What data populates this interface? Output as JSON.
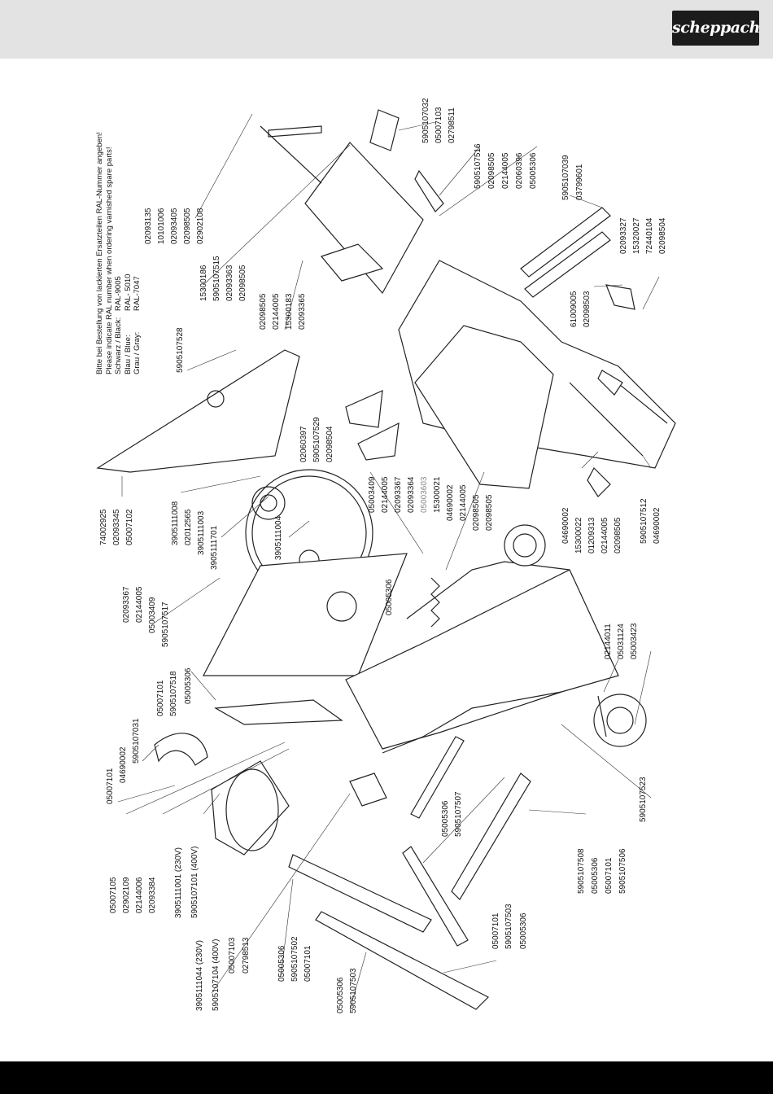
{
  "brand": {
    "logo_text": "scheppach",
    "header_color": "#e3e3e3",
    "footer_color": "#000000"
  },
  "color_note": {
    "line1": "Bitte bei Bestellung von lackierten Ersatzteilen RAL-Nummer angeben!",
    "line2": "Please indicate RAL number when ordering varnished spare parts!",
    "rows": [
      {
        "name": "Schwarz / Black:",
        "code": "RAL-9005"
      },
      {
        "name": "Blau / Blue:",
        "code": "RAL- 5010"
      },
      {
        "name": "Grau / Gray:",
        "code": "RAL-7047"
      }
    ]
  },
  "labels": [
    "5905107032",
    "05007103",
    "02798511",
    "5905107516",
    "02098505",
    "02144005",
    "02060396",
    "05005306",
    "5905107039",
    "03799601",
    "02093327",
    "15320027",
    "72440104",
    "02098504",
    "61009005",
    "02098503",
    "02093135",
    "10101006",
    "02093405",
    "02098505",
    "02902108",
    "15300186",
    "5905107515",
    "02093363",
    "02098505",
    "02098505",
    "02144005",
    "15300183",
    "02093365",
    "5905107528",
    "02060397",
    "5905107529",
    "02098504",
    "74002925",
    "02093345",
    "05007102",
    "3905111008",
    "02012565",
    "3905111003",
    "3905111701",
    "3905111004",
    "05003409",
    "02144005",
    "02093367",
    "02093364",
    "05003603",
    "15300021",
    "04690002",
    "02144005",
    "02098505",
    "02098505",
    "05005306",
    "04690002",
    "15300022",
    "01209313",
    "02144005",
    "02098505",
    "5905107512",
    "04690002",
    "02093367",
    "02144005",
    "05003409",
    "5905107517",
    "02144011",
    "05031124",
    "05003423",
    "05007101",
    "5905107518",
    "05005306",
    "05007101",
    "04690002",
    "5905107031",
    "05007105",
    "02902109",
    "02144006",
    "02093384",
    "3905111001 (230V)",
    "5905107101 (400V)",
    "3905111044 (230V)",
    "5905107104 (400V)",
    "05007103",
    "02798513",
    "05005306",
    "5905107507",
    "5905107508",
    "05005306",
    "05007101",
    "5905107506",
    "5905107523",
    "05005306",
    "5905107502",
    "05007101",
    "05005306",
    "5905107503",
    "05007101",
    "5905107503",
    "05005306"
  ]
}
